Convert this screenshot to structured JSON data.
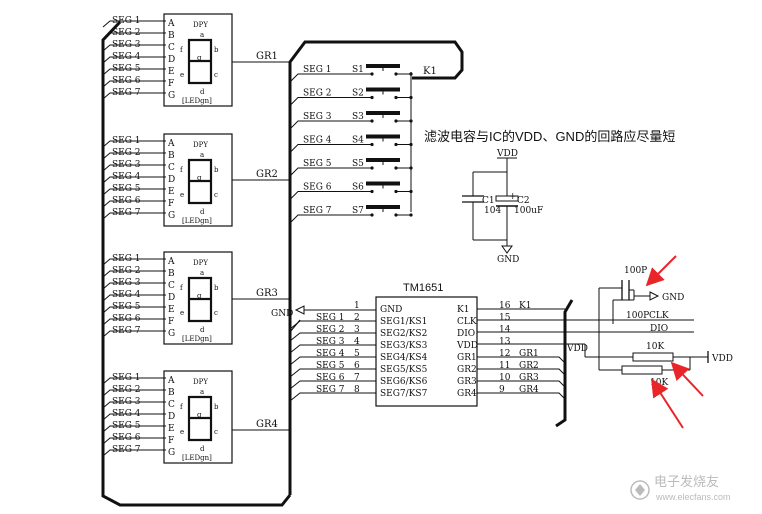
{
  "seg_labels": [
    "SEG 1",
    "SEG 2",
    "SEG 3",
    "SEG 4",
    "SEG 5",
    "SEG 6",
    "SEG 7"
  ],
  "letters": [
    "A",
    "B",
    "C",
    "D",
    "E",
    "F",
    "G"
  ],
  "display": {
    "title": "DPY",
    "seg_a": "a",
    "seg_b": "b",
    "seg_c": "c",
    "seg_d": "d",
    "seg_e": "e",
    "seg_f": "f",
    "seg_g": "g",
    "footer": "[LEDgn]"
  },
  "grids": [
    "GR1",
    "GR2",
    "GR3",
    "GR4"
  ],
  "switches": [
    "S1",
    "S2",
    "S3",
    "S4",
    "S5",
    "S6",
    "S7"
  ],
  "switch_bus": "K1",
  "gnd_label": "GND",
  "note": "滤波电容与IC的VDD、GND的回路应尽量短",
  "filter": {
    "vdd": "VDD",
    "c1": "C1",
    "c1_value": "104",
    "c2": "C2",
    "c2_polarity": "+",
    "c2_value": "100uF",
    "gnd": "GND"
  },
  "ic": {
    "name": "TM1651",
    "left_pins": [
      {
        "num": "1",
        "name": "GND"
      },
      {
        "num": "2",
        "name": "SEG1/KS1"
      },
      {
        "num": "3",
        "name": "SEG2/KS2"
      },
      {
        "num": "4",
        "name": "SEG3/KS3"
      },
      {
        "num": "5",
        "name": "SEG4/KS4"
      },
      {
        "num": "6",
        "name": "SEG5/KS5"
      },
      {
        "num": "7",
        "name": "SEG6/KS6"
      },
      {
        "num": "8",
        "name": "SEG7/KS7"
      }
    ],
    "right_pins": [
      {
        "num": "16",
        "name": "K1"
      },
      {
        "num": "15",
        "name": "CLK"
      },
      {
        "num": "14",
        "name": "DIO"
      },
      {
        "num": "13",
        "name": "VDD"
      },
      {
        "num": "12",
        "name": "GR1"
      },
      {
        "num": "11",
        "name": "GR2"
      },
      {
        "num": "10",
        "name": "GR3"
      },
      {
        "num": "9",
        "name": "GR4"
      }
    ],
    "right_net_k1": "K1",
    "right_nets_gr": [
      "GR1",
      "GR2",
      "GR3",
      "GR4"
    ],
    "vdd_net": "VDD"
  },
  "external": {
    "cap_top": "100P",
    "gnd": "GND",
    "cap_bottom": "100P",
    "clk": "CLK",
    "dio": "DIO",
    "res_top": "10K",
    "vdd": "VDD",
    "res_bottom": "10K"
  },
  "watermark": "电子发烧友",
  "watermark_url": "www.elecfans.com",
  "colors": {
    "annotation_arrow": "#e8262a",
    "line": "#111111"
  }
}
